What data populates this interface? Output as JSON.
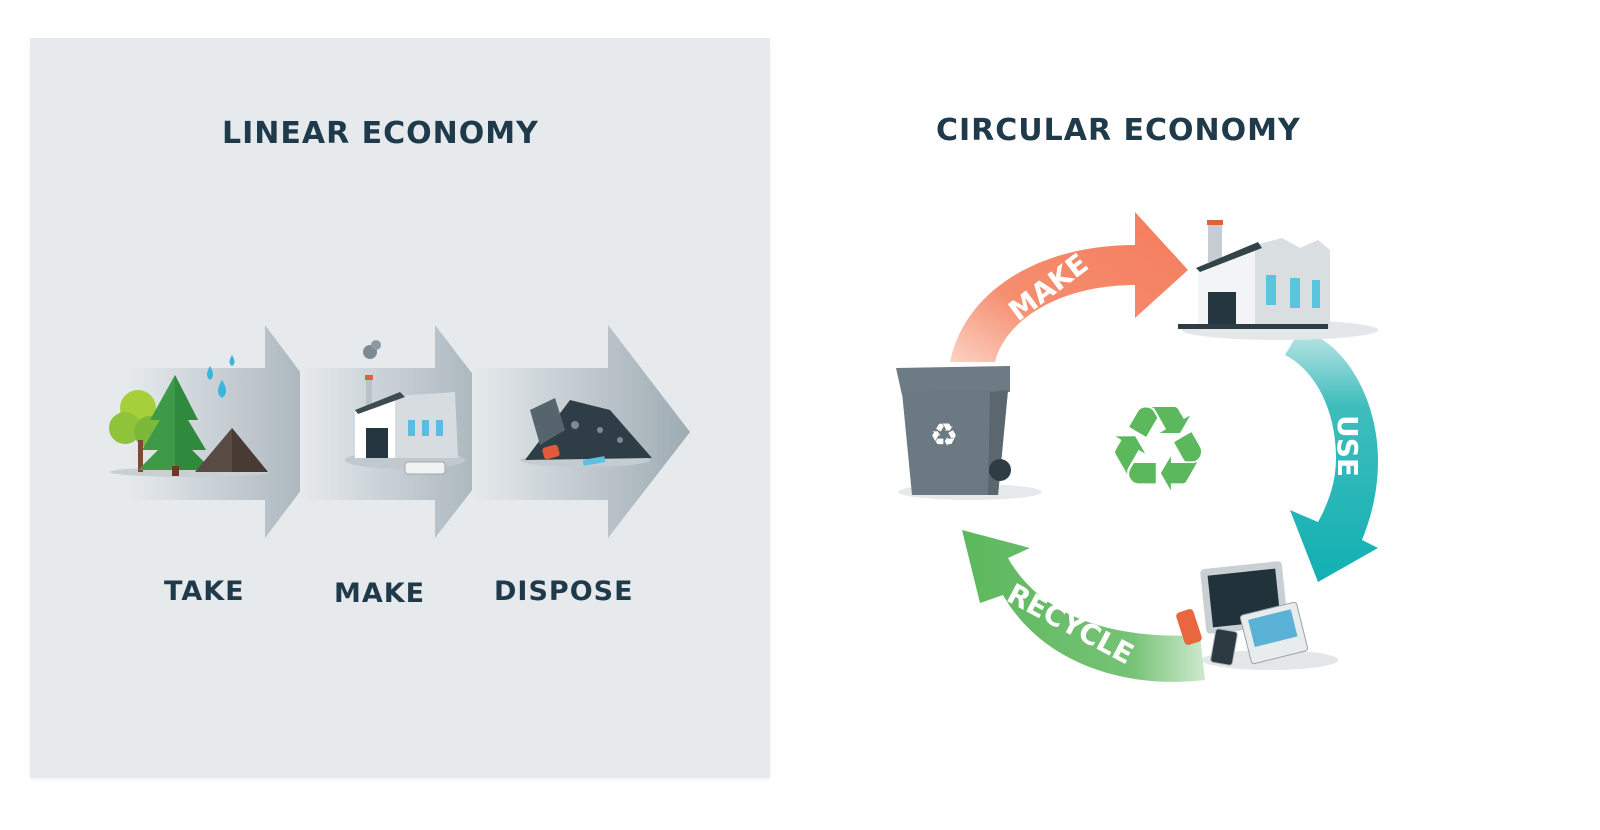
{
  "linear": {
    "title": "LINEAR ECONOMY",
    "steps": [
      {
        "label": "TAKE",
        "icon": "nature-resources-icon"
      },
      {
        "label": "MAKE",
        "icon": "factory-icon"
      },
      {
        "label": "DISPOSE",
        "icon": "garbage-pile-icon"
      }
    ],
    "colors": {
      "panel": "#e6eaed",
      "arrow": "#a9b4bb",
      "text": "#1f3a4a"
    }
  },
  "circular": {
    "title": "CIRCULAR ECONOMY",
    "steps": [
      {
        "label": "MAKE",
        "color": "#f47c5c",
        "icon": "factory-icon"
      },
      {
        "label": "USE",
        "color": "#1fb3b3",
        "icon": "electronics-icon"
      },
      {
        "label": "RECYCLE",
        "color": "#5cb85c",
        "icon": "recycling-bin-icon"
      }
    ],
    "center_icon": "recycle-symbol-icon",
    "center_color": "#5cb85c"
  }
}
